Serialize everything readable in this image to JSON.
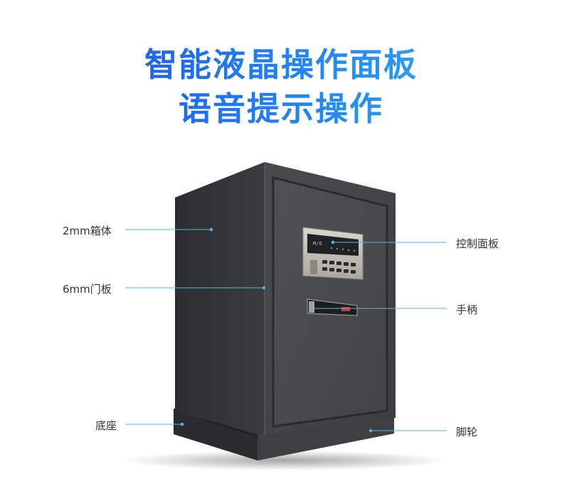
{
  "headline": {
    "line1": "智能液晶操作面板",
    "line2": "语音提示操作"
  },
  "callouts": {
    "body": "2mm箱体",
    "door": "6mm门板",
    "base": "底座",
    "panel": "控制面板",
    "handle": "手柄",
    "casters": "脚轮"
  },
  "panel_display": "M/O",
  "colors": {
    "headline_start": "#1a47e6",
    "headline_end": "#2fb6ff",
    "callout_line": "#5ab4e6",
    "safe_body": "#3a3b3e",
    "safe_door": "#45464a"
  }
}
